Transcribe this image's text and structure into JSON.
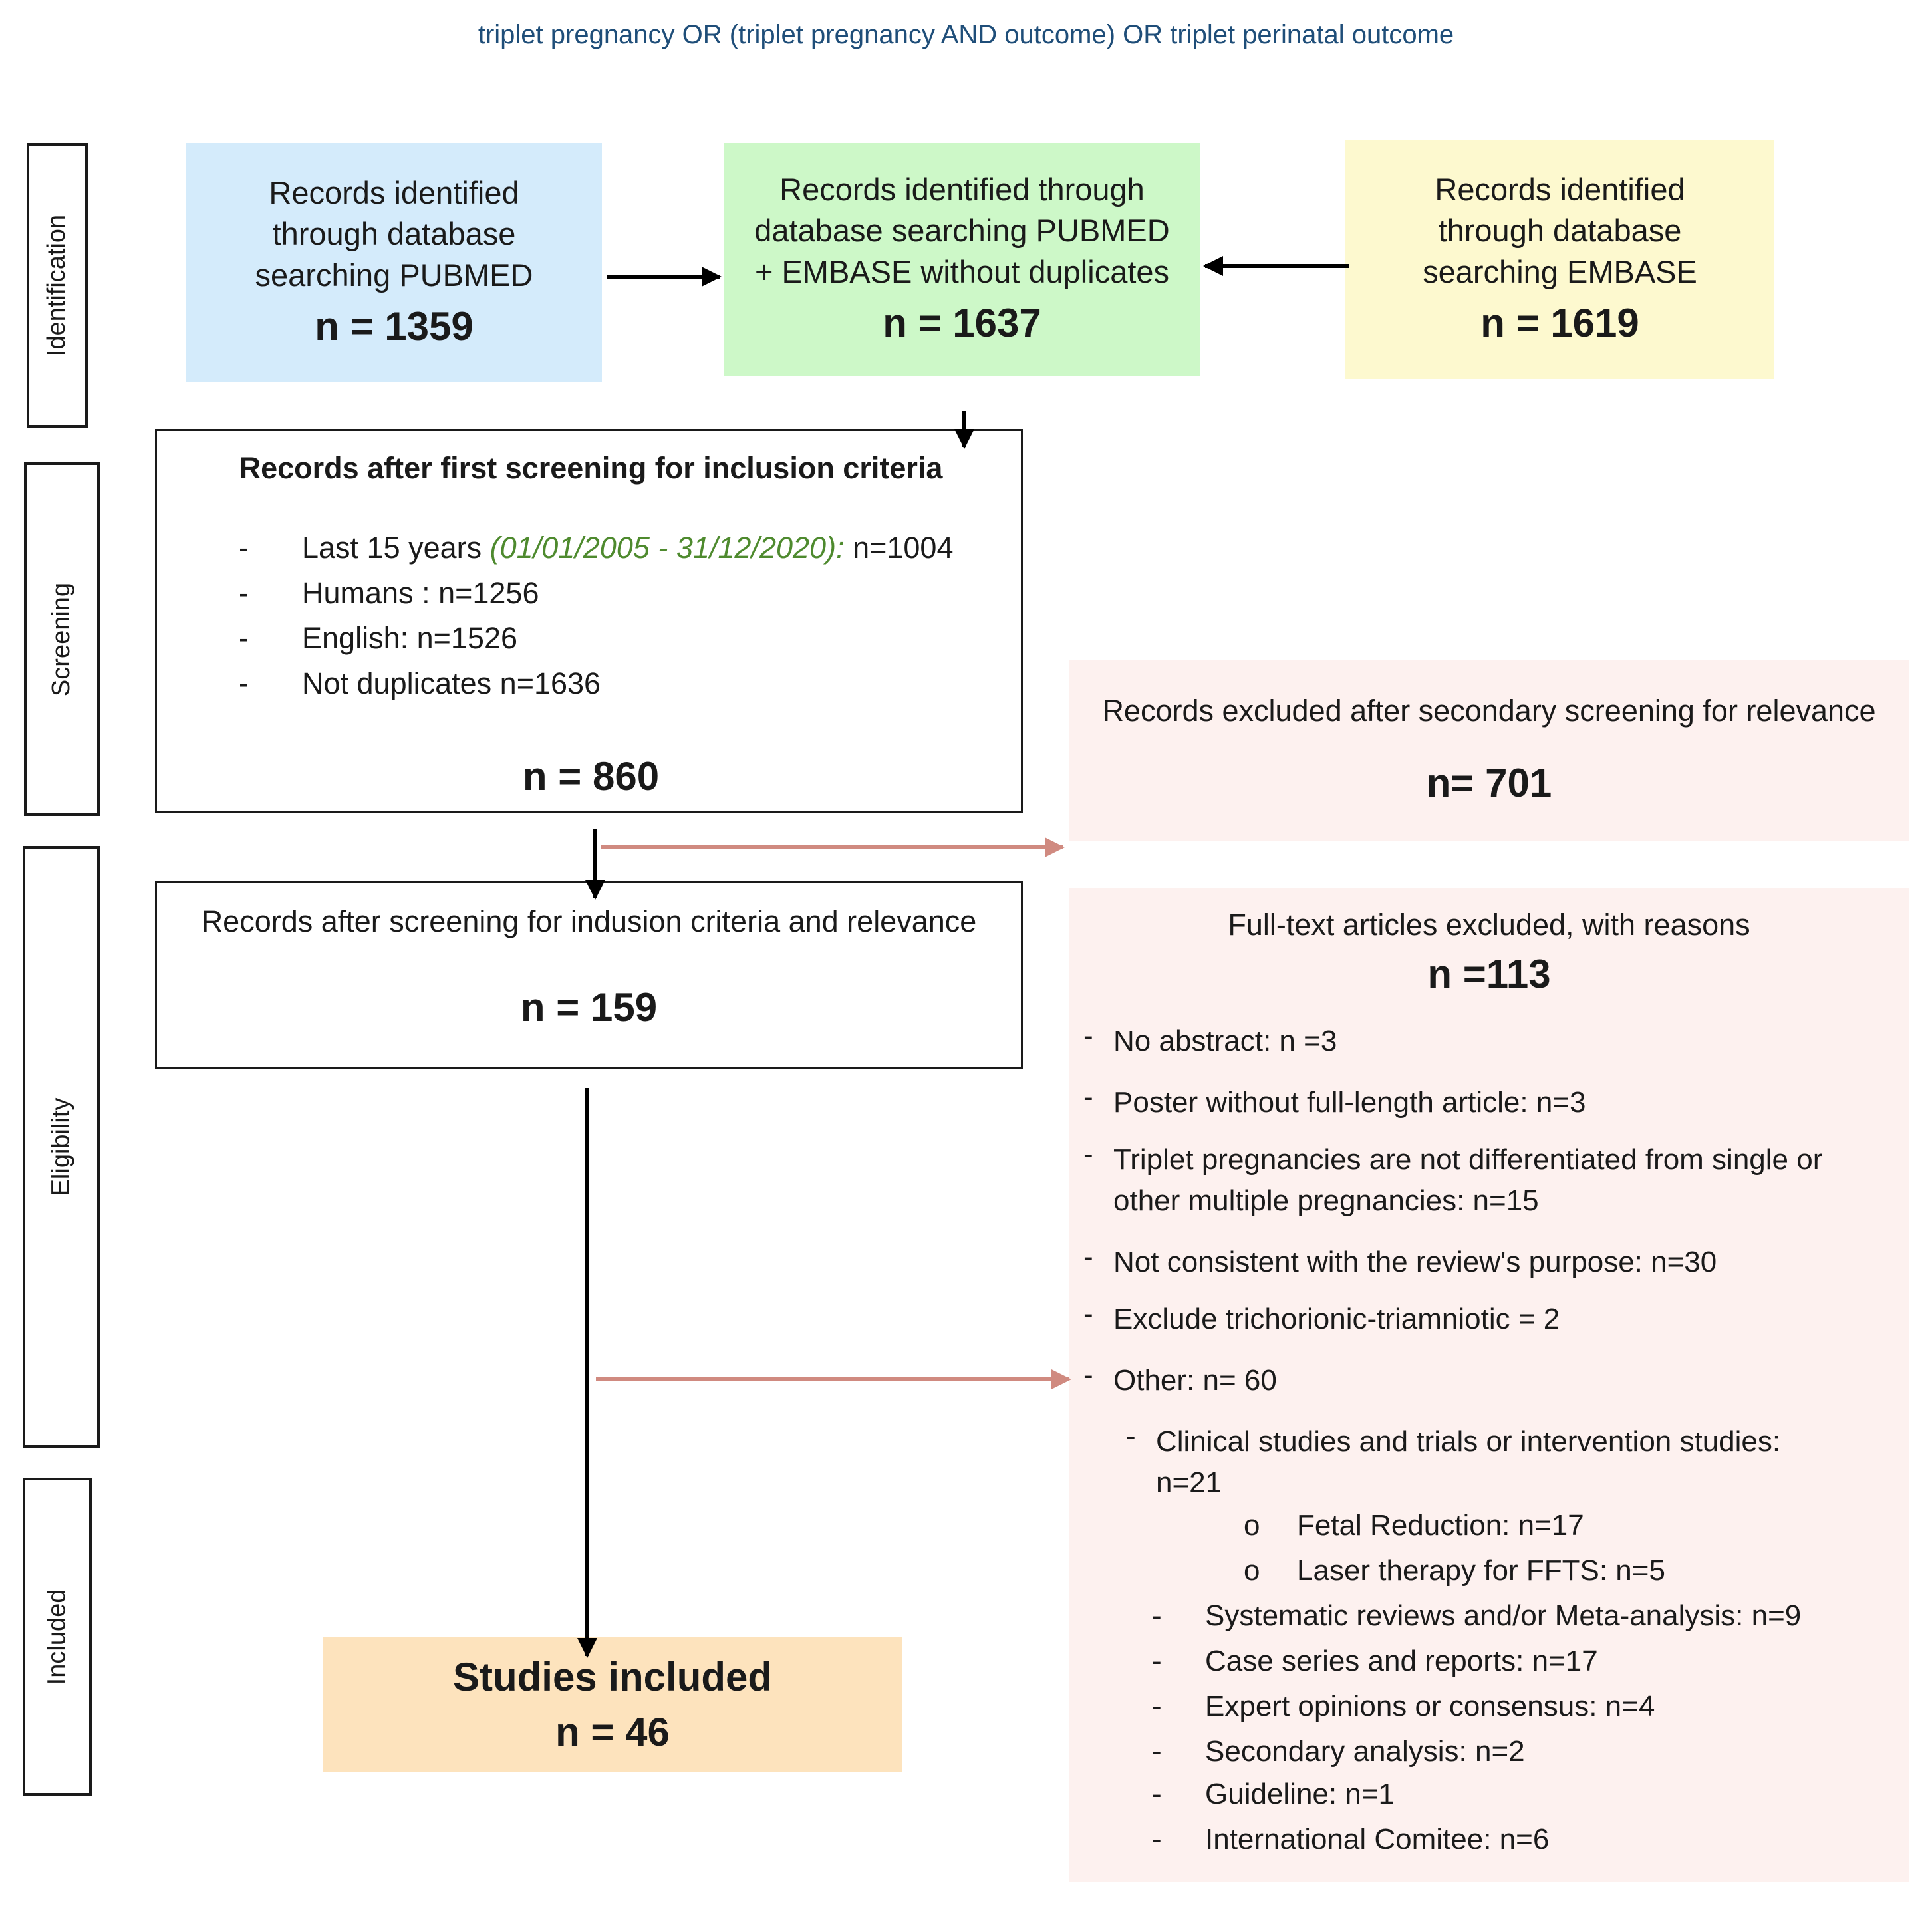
{
  "query": "triplet pregnancy OR (triplet pregnancy AND outcome) OR triplet perinatal outcome",
  "stages": {
    "identification": "Identification",
    "screening": "Screening",
    "eligibility": "Eligibility",
    "included": "Included"
  },
  "pubmed": {
    "text": "Records identified through database searching PUBMED",
    "n": "n = 1359"
  },
  "combined": {
    "text": "Records identified through database searching PUBMED + EMBASE without duplicates",
    "n": "n = 1637"
  },
  "embase": {
    "text": "Records identified through database searching EMBASE",
    "n": "n = 1619"
  },
  "first_screening": {
    "title": "Records after first screening for inclusion criteria",
    "items": [
      {
        "marker": "-",
        "prefix": "Last 15 years ",
        "highlight": "(01/01/2005 - 31/12/2020):",
        "suffix": " n=1004"
      },
      {
        "marker": "-",
        "text": "Humans : n=1256"
      },
      {
        "marker": "-",
        "text": "English: n=1526"
      },
      {
        "marker": "-",
        "text": "Not duplicates n=1636"
      }
    ],
    "n": "n = 860"
  },
  "excluded_secondary": {
    "text": "Records excluded after secondary screening for relevance",
    "n": "n= 701"
  },
  "second_screening": {
    "text": "Records after screening for indusion criteria and relevance",
    "n": "n = 159"
  },
  "fulltext_excluded": {
    "title": "Full-text articles excluded, with reasons",
    "n": "n =113",
    "reasons": [
      {
        "marker": "-",
        "text": "No abstract: n =3"
      },
      {
        "marker": "-",
        "text": "Poster without full-length article: n=3"
      },
      {
        "marker": "-",
        "text": "Triplet pregnancies are not differentiated from single or other multiple pregnancies: n=15"
      },
      {
        "marker": "-",
        "text": "Not consistent with the review's purpose: n=30"
      },
      {
        "marker": "-",
        "text": "Exclude trichorionic-triamniotic = 2"
      },
      {
        "marker": "-",
        "text": "Other: n= 60"
      },
      {
        "marker": "-",
        "text": "Clinical studies and trials or intervention studies: n=21"
      },
      {
        "marker": "o",
        "text": "Fetal Reduction: n=17"
      },
      {
        "marker": "o",
        "text": "Laser therapy for FFTS: n=5"
      },
      {
        "marker": "-",
        "text": "Systematic reviews and/or Meta-analysis: n=9"
      },
      {
        "marker": "-",
        "text": "Case series and reports: n=17"
      },
      {
        "marker": "-",
        "text": "Expert opinions or consensus: n=4"
      },
      {
        "marker": "-",
        "text": "Secondary analysis: n=2"
      },
      {
        "marker": "-",
        "text": "Guideline: n=1"
      },
      {
        "marker": "-",
        "text": "International Comitee: n=6"
      }
    ]
  },
  "included": {
    "title": "Studies included",
    "n": "n = 46"
  },
  "colors": {
    "pubmed": "#d4ebfb",
    "combined": "#cdf8c8",
    "embase": "#fdf9cf",
    "excluded": "#fdf1ef",
    "included": "#fde3bd",
    "arrow_red": "#d08a80",
    "query": "#1f4e79"
  }
}
